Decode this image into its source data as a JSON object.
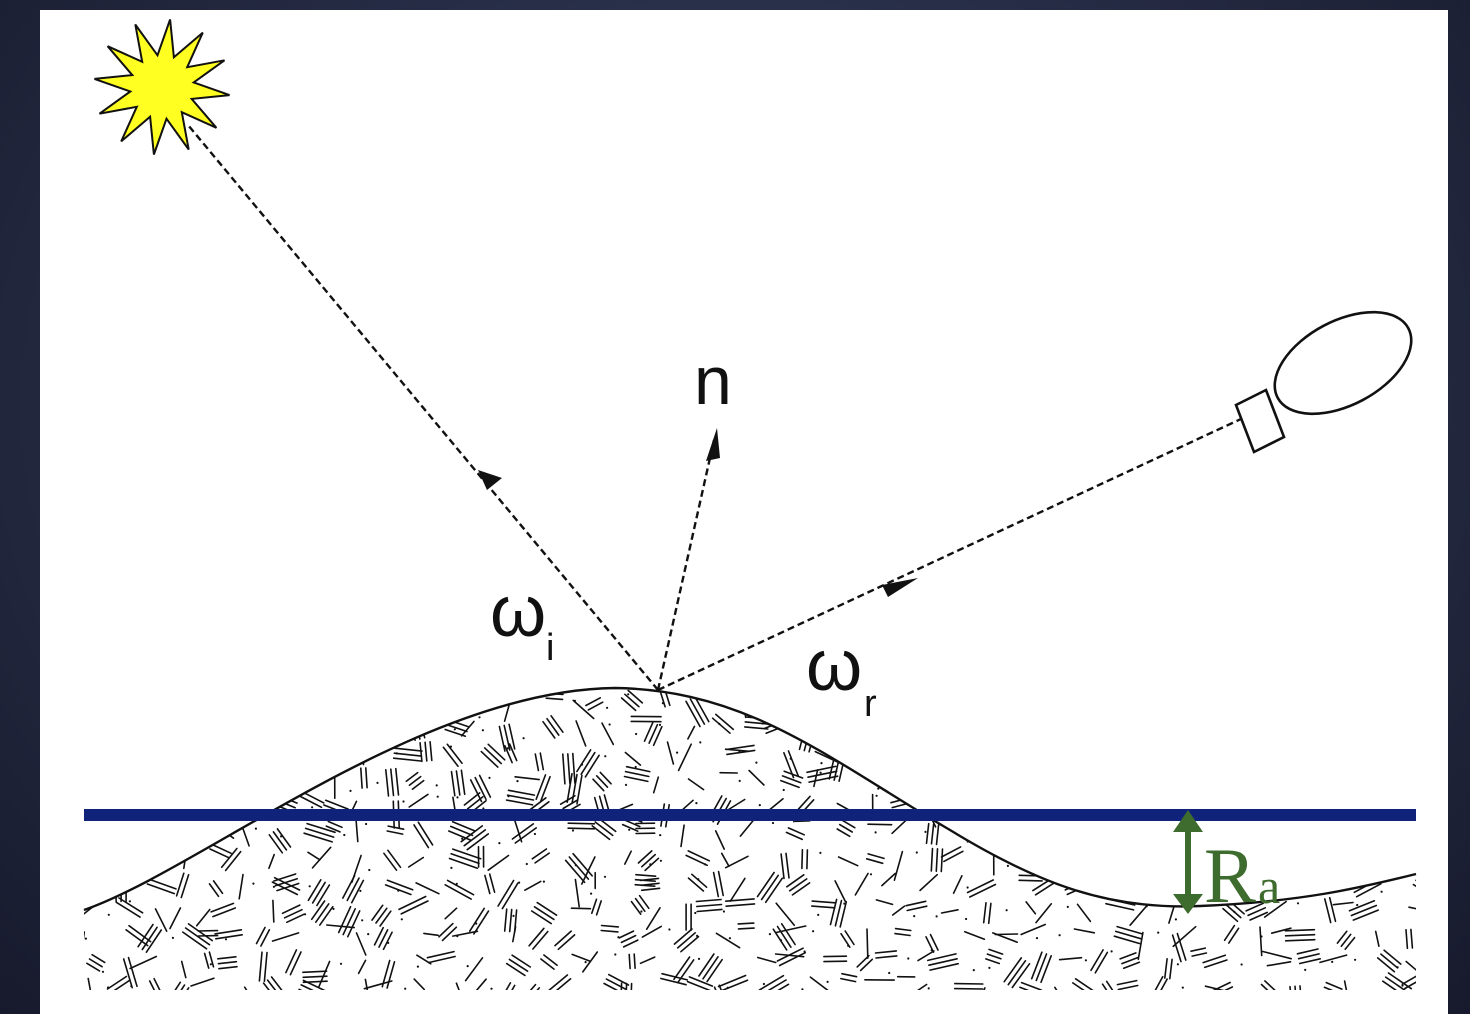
{
  "labels": {
    "normal": "n",
    "incident_symbol": "ω",
    "incident_subscript": "i",
    "reflected_symbol": "ω",
    "reflected_subscript": "r",
    "roughness_symbol": "R",
    "roughness_subscript": "a"
  },
  "colors": {
    "background": "#262c45",
    "panel": "#ffffff",
    "sun_fill": "#ffff22",
    "mean_line": "#10237a",
    "roughness_arrow": "#3e6b2e",
    "ink": "#111111"
  },
  "icons": [
    "sun-icon",
    "camera-icon"
  ]
}
